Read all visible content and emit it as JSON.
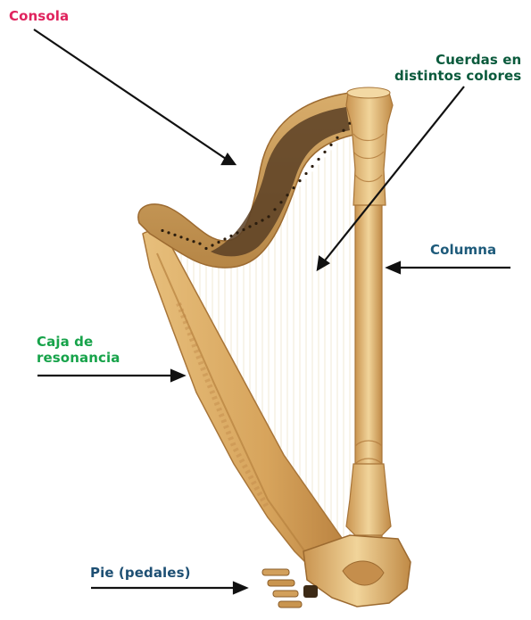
{
  "labels": {
    "consola": {
      "text": "Consola",
      "color": "#e0245e"
    },
    "cuerdas": {
      "line1": "Cuerdas en",
      "line2": "distintos colores",
      "color": "#0a5a3c"
    },
    "columna": {
      "text": "Columna",
      "color": "#1d5a7a"
    },
    "caja": {
      "line1": "Caja de",
      "line2": "resonancia",
      "color": "#17a34a"
    },
    "pie": {
      "text": "Pie (pedales)",
      "color": "#1d4f73"
    }
  },
  "colors": {
    "wood_light": "#ecc98a",
    "wood_mid": "#d9a962",
    "wood_dark": "#b98240",
    "neck_dark": "#5a4024",
    "arrow": "#111111",
    "string": "#f3ecd8"
  }
}
